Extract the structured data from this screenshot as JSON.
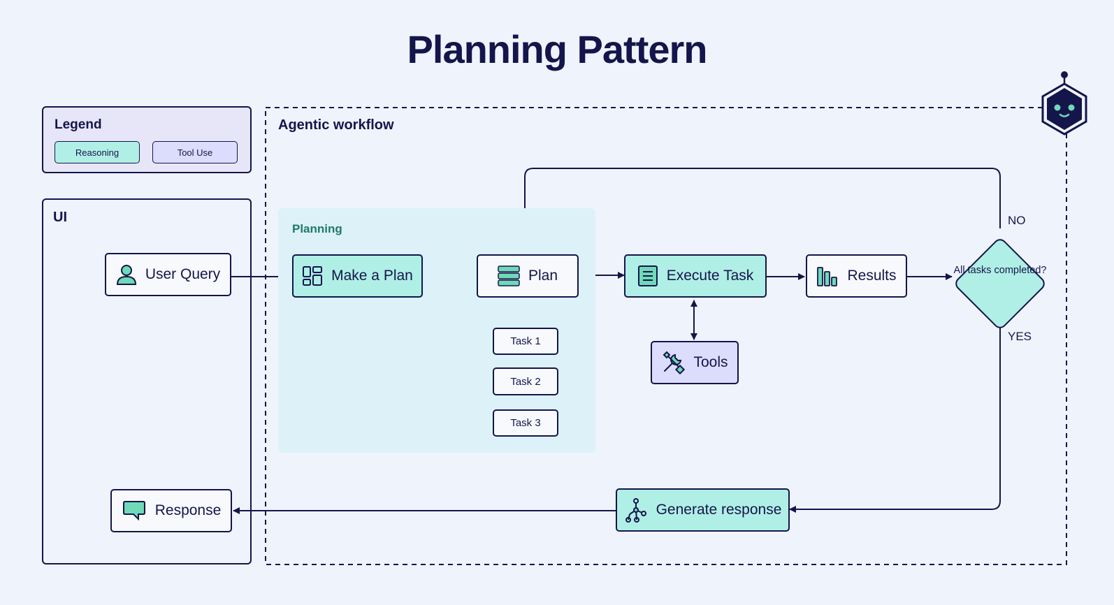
{
  "title": "Planning Pattern",
  "legend": {
    "title": "Legend",
    "items": [
      {
        "label": "Reasoning",
        "color": "#b0efe6"
      },
      {
        "label": "Tool Use",
        "color": "#dcdcfc"
      }
    ]
  },
  "ui_panel": {
    "title": "UI"
  },
  "workflow": {
    "title": "Agentic workflow"
  },
  "planning": {
    "title": "Planning"
  },
  "nodes": {
    "user_query": "User Query",
    "make_plan": "Make a Plan",
    "plan": "Plan",
    "execute_task": "Execute Task",
    "tools": "Tools",
    "results": "Results",
    "decision": "All tasks completed?",
    "generate_response": "Generate response",
    "response": "Response"
  },
  "tasks": [
    "Task 1",
    "Task 2",
    "Task 3"
  ],
  "branches": {
    "no": "NO",
    "yes": "YES"
  },
  "colors": {
    "reasoning": "#b0efe6",
    "tool_use": "#dcdcfc",
    "ink": "#14154a",
    "background": "#eff3fc"
  }
}
